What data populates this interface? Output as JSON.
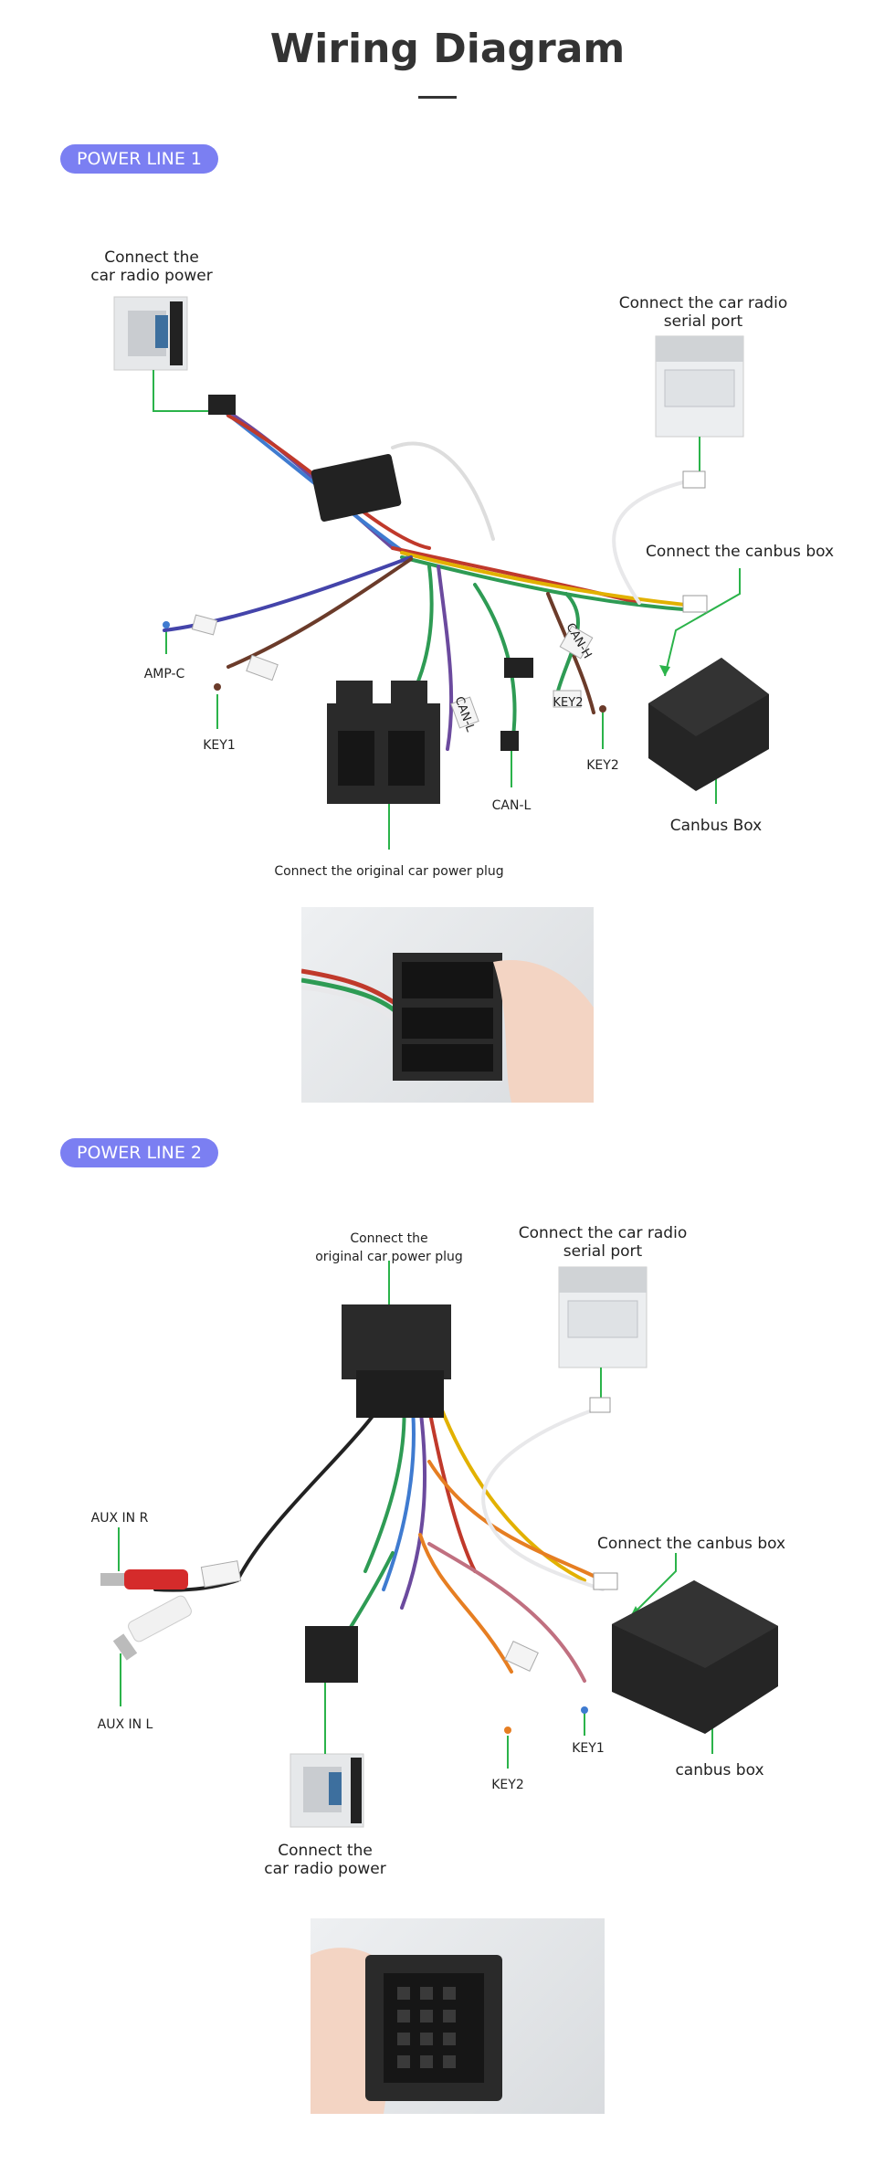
{
  "header": {
    "title": "Wiring Diagram"
  },
  "section1": {
    "badge": "POWER LINE 1",
    "labels": {
      "radio_power": "Connect the\ncar radio power",
      "serial_port": "Connect the car radio\nserial port",
      "canbus_box_connect": "Connect the canbus box",
      "amp_c": "AMP-C",
      "key1": "KEY1",
      "key2": "KEY2",
      "can_l": "CAN-L",
      "canbus_box": "Canbus Box",
      "original_plug": "Connect the original car power plug"
    },
    "tags": {
      "canh": "CAN-H",
      "canl": "CAN-L",
      "key2": "KEY2"
    }
  },
  "section2": {
    "badge": "POWER LINE 2",
    "labels": {
      "original_plug": "Connect the\noriginal car power plug",
      "serial_port": "Connect the car radio\nserial port",
      "aux_r": "AUX IN R",
      "aux_l": "AUX IN L",
      "canbus_box_connect": "Connect the canbus box",
      "key1": "KEY1",
      "key2": "KEY2",
      "canbus_box": "canbus box",
      "radio_power": "Connect the\ncar radio power"
    }
  },
  "colors": {
    "accent": "#7b7ff2",
    "leader": "#2bb34a",
    "connector": "#2a2a2a"
  }
}
